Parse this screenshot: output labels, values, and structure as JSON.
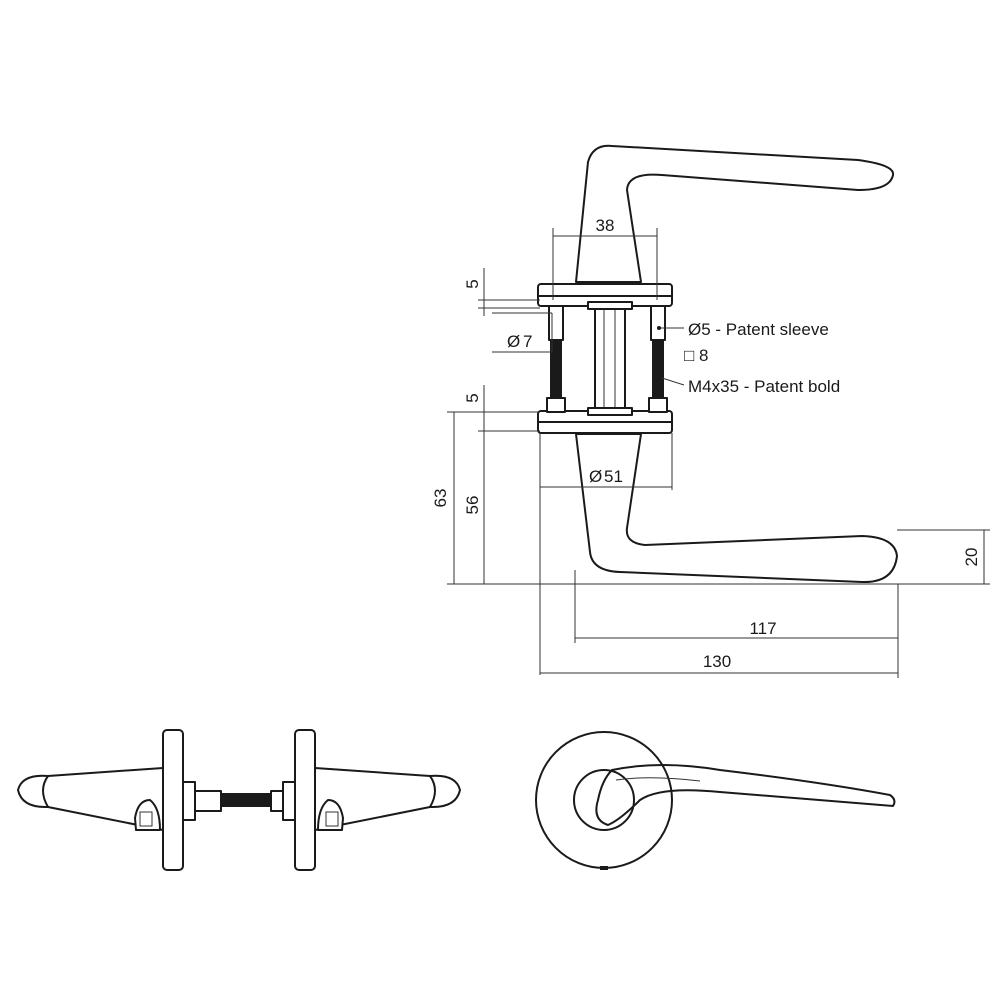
{
  "dimensions": {
    "d38": "38",
    "d5_top": "5",
    "d7": "7",
    "d5_bottom": "5",
    "d51": "51",
    "d63": "63",
    "d56": "56",
    "d20": "20",
    "d117": "117",
    "d130": "130"
  },
  "labels": {
    "sleeve": "Ø5 - Patent sleeve",
    "square": "8",
    "bolt": "M4x35 - Patent bold"
  },
  "symbols": {
    "diameter": "Ø",
    "square": "□"
  }
}
